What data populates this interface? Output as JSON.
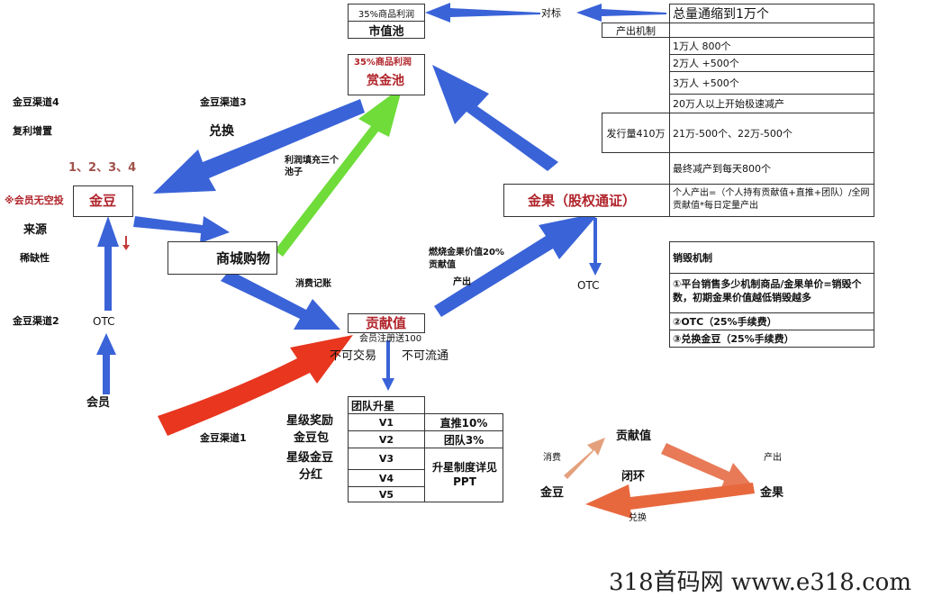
{
  "top_left": {
    "market_pool_profit": "35%商品利润",
    "market_pool": "市值池",
    "reward_pool_profit": "35%商品利润",
    "reward_pool": "赏金池",
    "benchmark": "对标"
  },
  "production": {
    "title": "总量通缩到1万个",
    "mechanism_label": "产出机制",
    "rows": [
      "1万人 800个",
      "2万人 +500个",
      "3万人 +500个",
      "20万人以上开始极速减产",
      "21万-500个、22万-500个",
      "最终减产到每天800个"
    ],
    "issuance_label": "发行量410万",
    "personal_output": "个人产出=（个人持有贡献值+直推+团队）/全网贡献值*每日定量产出"
  },
  "left": {
    "channel4": "金豆渠道4",
    "compound": "复利增置",
    "channel3": "金豆渠道3",
    "exchange": "兑换",
    "numbers": "1、2、3、4",
    "no_airdrop": "※会员无空投",
    "golden_bean": "金豆",
    "source": "来源",
    "scarcity": "稀缺性",
    "channel2": "金豆渠道2",
    "otc": "OTC",
    "member": "会员",
    "channel1": "金豆渠道1"
  },
  "center": {
    "profit_fill": "利润填充三个池子",
    "mall": "商城购物",
    "consume_record": "消费记账",
    "contribution": "贡献值",
    "register_gift": "会员注册送100",
    "not_tradable": "不可交易",
    "not_circulate": "不可流通",
    "burn": "燃烧金果价值20%贡献值",
    "produce": "产出",
    "golden_fruit": "金果（股权通证）",
    "otc": "OTC"
  },
  "destroy": {
    "title": "销毁机制",
    "item1": "①平台销售多少机制商品/金果单价=销毁个数，初期金果价值越低销毁越多",
    "item2": "②OTC（25%手续费）",
    "item3": "③兑换金豆（25%手续费）"
  },
  "team": {
    "title": "团队升星",
    "star_reward": "星级奖励",
    "bean_pack": "金豆包",
    "star_bean": "星级金豆",
    "dividend": "分红",
    "levels": [
      "V1",
      "V2",
      "V3",
      "V4",
      "V5"
    ],
    "direct": "直推10%",
    "team_pct": "团队3%",
    "upgrade_detail": "升星制度详见PPT"
  },
  "loop": {
    "contribution": "贡献值",
    "consume": "消费",
    "produce": "产出",
    "closed_loop": "闭环",
    "golden_bean": "金豆",
    "golden_fruit": "金果",
    "exchange": "兑换"
  },
  "watermark": "318首码网  www.e318.com",
  "colors": {
    "blue": "#3a63d8",
    "green": "#6fdc3a",
    "red": "#e8361f",
    "orange": "#e87a58",
    "darkred": "#b0232a"
  }
}
